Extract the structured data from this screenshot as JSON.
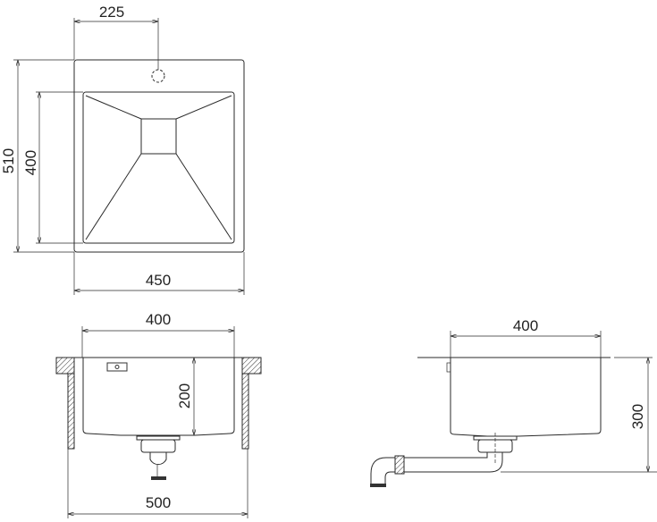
{
  "top_view": {
    "dim_tap_offset": "225",
    "dim_overall_depth": "510",
    "dim_bowl_depth": "400",
    "dim_overall_width": "450"
  },
  "front_view": {
    "dim_bowl_width": "400",
    "dim_bowl_height": "200",
    "dim_cabinet_width": "500"
  },
  "side_view": {
    "dim_bowl_width": "400",
    "dim_total_height": "300"
  },
  "colors": {
    "line": "#2a2a2a",
    "background": "#ffffff"
  }
}
